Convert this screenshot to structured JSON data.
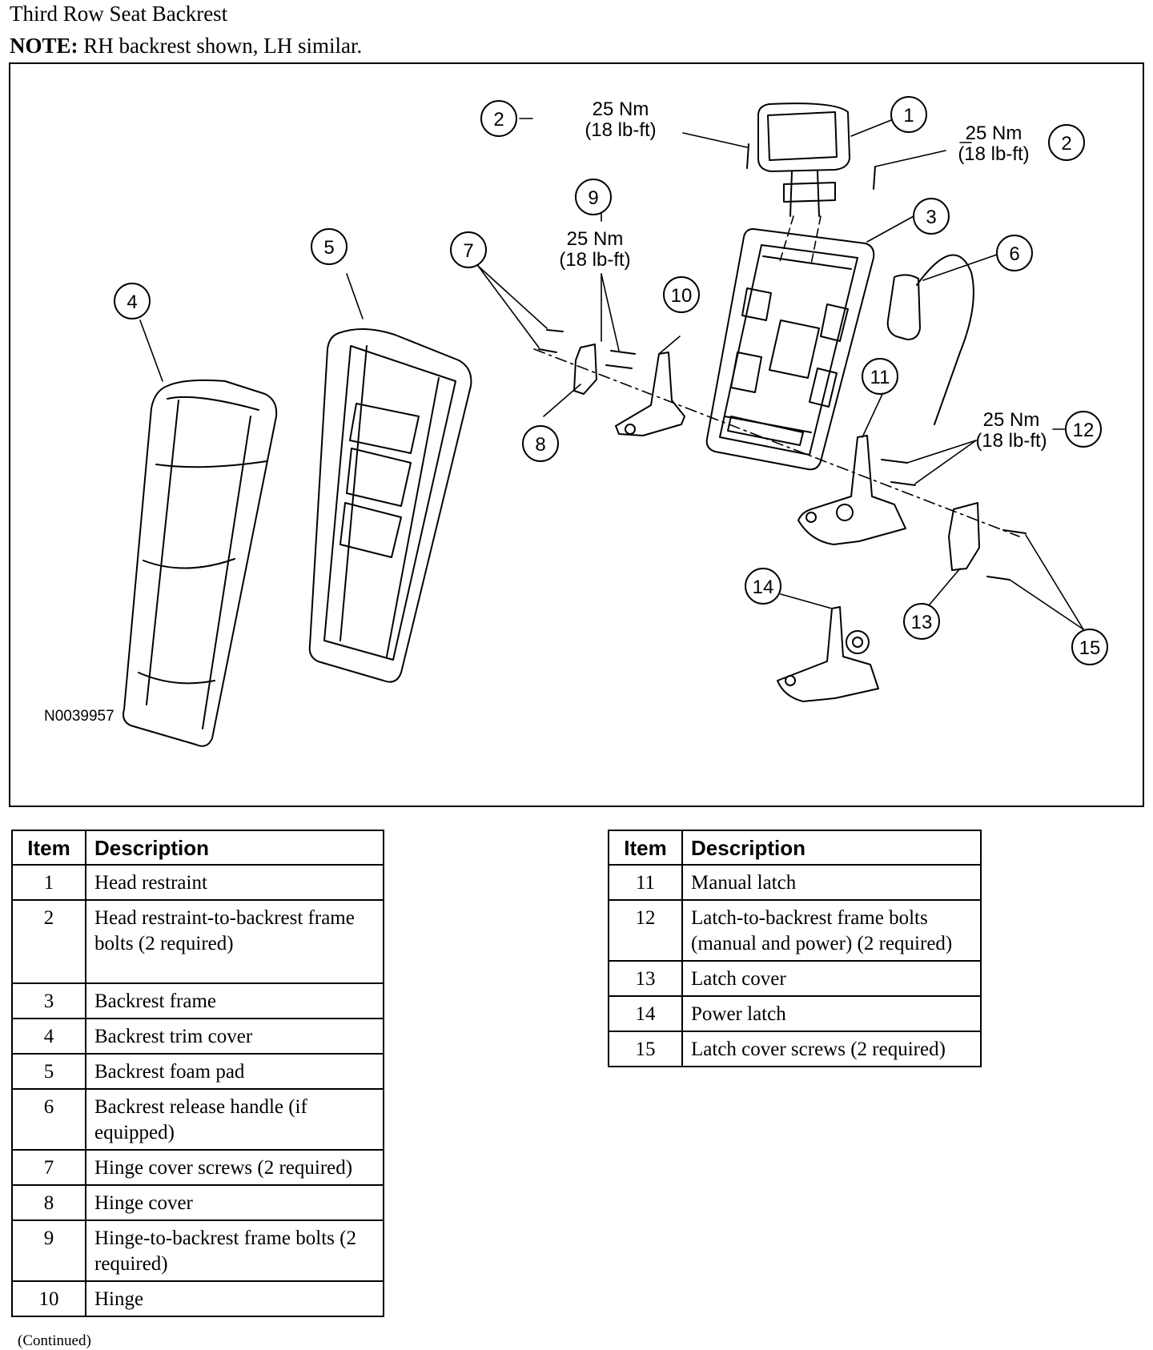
{
  "header": {
    "title": "Third Row Seat Backrest",
    "note_label": "NOTE:",
    "note_text": " RH backrest shown, LH similar."
  },
  "figure": {
    "figure_id": "N0039957",
    "callouts": [
      {
        "id": "c1",
        "label": "1"
      },
      {
        "id": "c2a",
        "label": "2"
      },
      {
        "id": "c2b",
        "label": "2"
      },
      {
        "id": "c3",
        "label": "3"
      },
      {
        "id": "c4",
        "label": "4"
      },
      {
        "id": "c5",
        "label": "5"
      },
      {
        "id": "c6",
        "label": "6"
      },
      {
        "id": "c7",
        "label": "7"
      },
      {
        "id": "c8",
        "label": "8"
      },
      {
        "id": "c9",
        "label": "9"
      },
      {
        "id": "c10",
        "label": "10"
      },
      {
        "id": "c11",
        "label": "11"
      },
      {
        "id": "c12",
        "label": "12"
      },
      {
        "id": "c13",
        "label": "13"
      },
      {
        "id": "c14",
        "label": "14"
      },
      {
        "id": "c15",
        "label": "15"
      }
    ],
    "torque_notes": [
      {
        "id": "t1",
        "nm": "25 Nm",
        "lbft": "(18 lb-ft)"
      },
      {
        "id": "t2",
        "nm": "25 Nm",
        "lbft": "(18 lb-ft)"
      },
      {
        "id": "t3",
        "nm": "25 Nm",
        "lbft": "(18 lb-ft)"
      },
      {
        "id": "t4",
        "nm": "25 Nm",
        "lbft": "(18 lb-ft)"
      }
    ]
  },
  "tables": {
    "col_item": "Item",
    "col_description": "Description",
    "left": [
      {
        "item": "1",
        "description": "Head restraint"
      },
      {
        "item": "2",
        "description": "Head restraint-to-backrest frame bolts (2 required)"
      },
      {
        "item": "3",
        "description": "Backrest frame"
      },
      {
        "item": "4",
        "description": "Backrest trim cover"
      },
      {
        "item": "5",
        "description": "Backrest foam pad"
      },
      {
        "item": "6",
        "description": "Backrest release handle (if equipped)"
      },
      {
        "item": "7",
        "description": "Hinge cover screws (2 required)"
      },
      {
        "item": "8",
        "description": "Hinge cover"
      },
      {
        "item": "9",
        "description": "Hinge-to-backrest frame bolts (2 required)"
      },
      {
        "item": "10",
        "description": "Hinge"
      }
    ],
    "right": [
      {
        "item": "11",
        "description": "Manual latch"
      },
      {
        "item": "12",
        "description": "Latch-to-backrest frame bolts (manual and power) (2 required)"
      },
      {
        "item": "13",
        "description": "Latch cover"
      },
      {
        "item": "14",
        "description": "Power latch"
      },
      {
        "item": "15",
        "description": "Latch cover screws (2 required)"
      }
    ]
  },
  "footer": {
    "continued": "(Continued)"
  }
}
